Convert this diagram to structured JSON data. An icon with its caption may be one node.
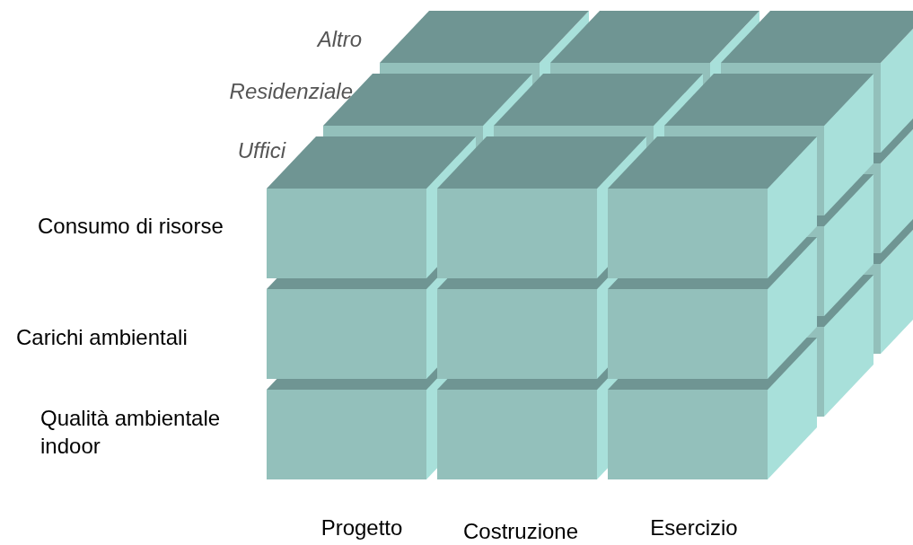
{
  "diagram": {
    "labels": [
      "Altro",
      "Residenziale",
      "Uffici",
      "Consumo di risorse",
      "Carichi ambientali",
      "Qualità ambientale indoor",
      "Progetto",
      "Costruzione",
      "Esercizio"
    ]
  }
}
